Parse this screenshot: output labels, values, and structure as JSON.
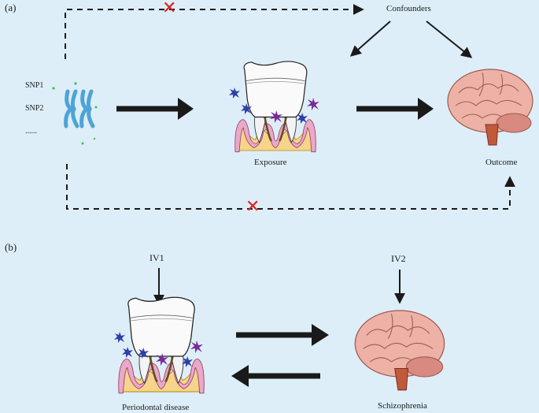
{
  "panel_a": {
    "letter": "(a)",
    "snps": [
      "SNP1",
      "SNP2",
      "......"
    ],
    "confounders": "Confounders",
    "exposure": "Exposure",
    "outcome": "Outcome",
    "cross_mark": "✕"
  },
  "panel_b": {
    "letter": "(b)",
    "iv1": "IV1",
    "iv2": "IV2",
    "left_label": "Periodontal disease",
    "right_label": "Schizophrenia"
  },
  "colors": {
    "background": "#ddeef8",
    "arrow": "#1a1a1a",
    "cross": "#e02020",
    "gum": "#e9a9c9",
    "bone": "#f6d58a",
    "chromosome": "#4fa3d6",
    "bacteria_blue": "#2f3fa8",
    "bacteria_purple": "#7a2a9a",
    "brain": "#e9a9a0",
    "brainstem": "#c15a3a"
  },
  "icons": [
    "chromosome-icon",
    "tooth-icon",
    "brain-icon",
    "bacteria-icon"
  ]
}
